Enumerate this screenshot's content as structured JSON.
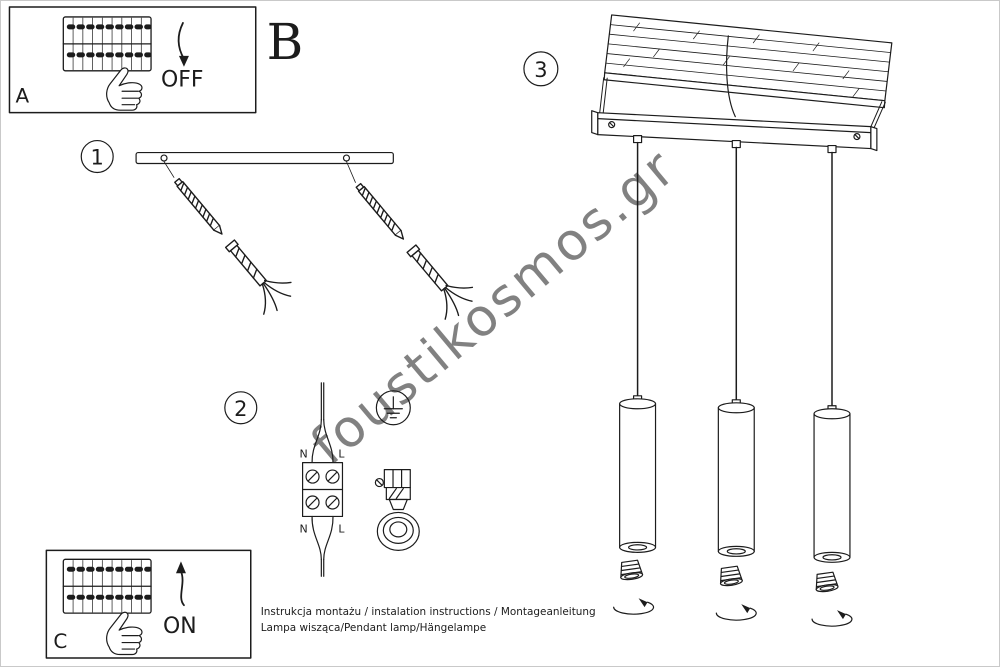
{
  "colors": {
    "ink": "#1c1c1c",
    "watermark": "#9b9b9b"
  },
  "watermark": {
    "text": "foustikosmos.gr"
  },
  "panel_a": {
    "label": "A",
    "state_label": "OFF"
  },
  "section_label": "B",
  "panel_c": {
    "label": "C",
    "state_label": "ON"
  },
  "steps": {
    "one": "1",
    "two": "2",
    "three": "3"
  },
  "wiring_labels": {
    "top_left": "N",
    "top_right": "L",
    "bottom_left": "N",
    "bottom_right": "L"
  },
  "footer": {
    "line1": "Instrukcja montażu / instalation instructions / Montageanleitung",
    "line2": "Lampa wisząca/Pendant lamp/Hängelampe"
  }
}
